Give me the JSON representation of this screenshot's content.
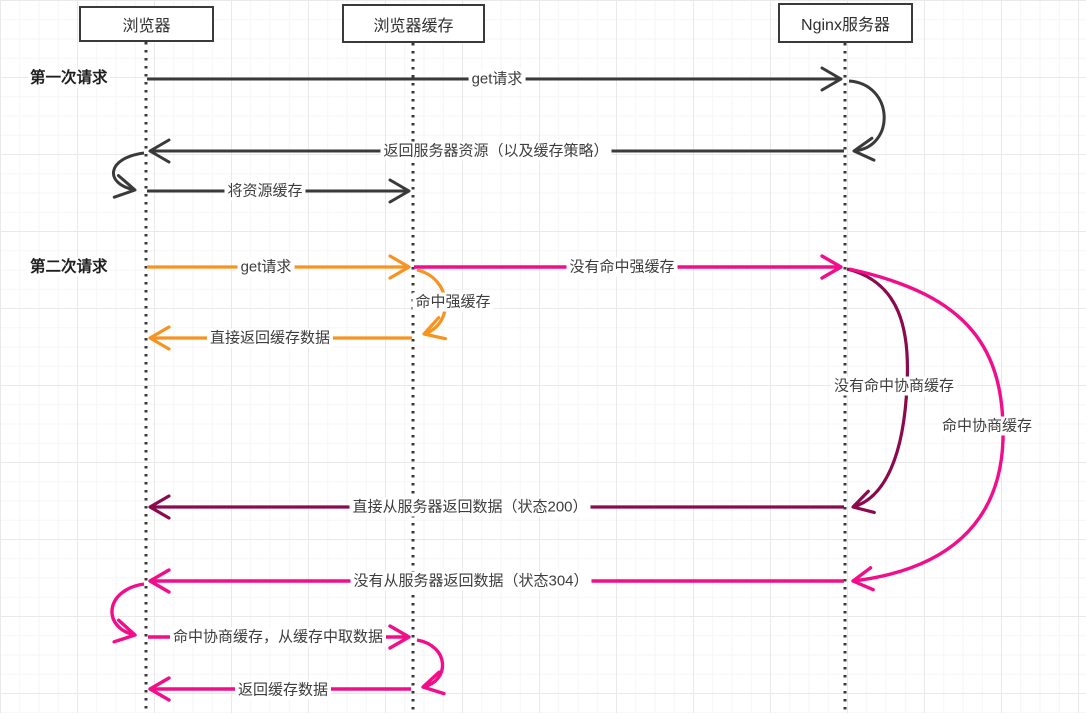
{
  "actors": [
    {
      "label": "浏览器"
    },
    {
      "label": "浏览器缓存"
    },
    {
      "label": "Nginx服务器"
    }
  ],
  "phases": [
    {
      "label": "第一次请求"
    },
    {
      "label": "第二次请求"
    }
  ],
  "messages": [
    {
      "label": "get请求",
      "from": "浏览器",
      "to": "Nginx服务器",
      "kind": "message",
      "color": "#3a3a3a"
    },
    {
      "label": "返回服务器资源（以及缓存策略）",
      "from": "Nginx服务器",
      "to": "浏览器",
      "kind": "message",
      "color": "#3a3a3a"
    },
    {
      "label": "将资源缓存",
      "from": "浏览器",
      "to": "浏览器缓存",
      "kind": "message",
      "color": "#3a3a3a"
    },
    {
      "label": "get请求",
      "from": "浏览器",
      "to": "浏览器缓存",
      "kind": "message",
      "color": "#f7931e"
    },
    {
      "label": "没有命中强缓存",
      "from": "浏览器缓存",
      "to": "Nginx服务器",
      "kind": "message",
      "color": "#f20d8a"
    },
    {
      "label": "命中强缓存",
      "from": "浏览器缓存",
      "to": "浏览器缓存",
      "kind": "self-loop",
      "color": "#f7931e"
    },
    {
      "label": "直接返回缓存数据",
      "from": "浏览器缓存",
      "to": "浏览器",
      "kind": "message",
      "color": "#f7931e"
    },
    {
      "label": "没有命中协商缓存",
      "from": "Nginx服务器",
      "to": "Nginx服务器",
      "kind": "curve",
      "color": "#8b0a4d"
    },
    {
      "label": "命中协商缓存",
      "from": "Nginx服务器",
      "to": "Nginx服务器",
      "kind": "curve",
      "color": "#f20d8a"
    },
    {
      "label": "直接从服务器返回数据（状态200）",
      "from": "Nginx服务器",
      "to": "浏览器",
      "kind": "message",
      "color": "#8b0a4d"
    },
    {
      "label": "没有从服务器返回数据（状态304）",
      "from": "Nginx服务器",
      "to": "浏览器",
      "kind": "message",
      "color": "#f20d8a"
    },
    {
      "label": "命中协商缓存，从缓存中取数据",
      "from": "浏览器",
      "to": "浏览器缓存",
      "kind": "message",
      "color": "#f20d8a"
    },
    {
      "label": "返回缓存数据",
      "from": "浏览器缓存",
      "to": "浏览器",
      "kind": "message",
      "color": "#f20d8a"
    }
  ],
  "colors": {
    "line_black": "#3a3a3a",
    "line_orange": "#f7931e",
    "line_pink": "#f20d8a",
    "line_maroon": "#8b0a4d",
    "grid_major": "#e9e9e9",
    "grid_minor": "#f6f6f6",
    "text": "#3d3d3d"
  }
}
